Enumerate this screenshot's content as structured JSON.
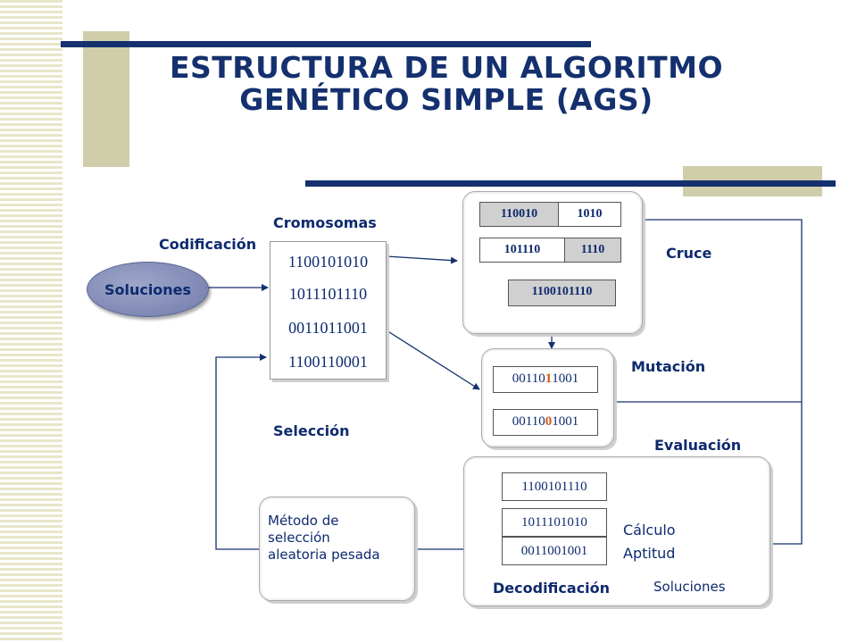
{
  "title": {
    "line1": "ESTRUCTURA DE UN ALGORITMO",
    "line2": "GENÉTICO SIMPLE (AGS)"
  },
  "labels": {
    "codificacion": "Codificación",
    "cromosomas": "Cromosomas",
    "cruce": "Cruce",
    "mutacion": "Mutación",
    "seleccion": "Selección",
    "evaluacion": "Evaluación",
    "decodificacion": "Decodificación",
    "calculo_line1": "Cálculo",
    "calculo_line2": "Aptitud",
    "soluciones_out": "Soluciones"
  },
  "soluciones_node": "Soluciones",
  "chromosomes": [
    "1100101010",
    "1011101110",
    "0011011001",
    "1100110001"
  ],
  "crossover": {
    "parent1": {
      "head": "110010",
      "tail": "1010"
    },
    "parent2": {
      "head": "101110",
      "tail": "1110"
    },
    "child": "1100101110"
  },
  "mutation": {
    "before": {
      "prefix": "00110",
      "bit": "1",
      "suffix": "1001"
    },
    "after": {
      "prefix": "00110",
      "bit": "0",
      "suffix": "1001"
    }
  },
  "evaluation": [
    "1100101110",
    "1011101010",
    "0011001001"
  ],
  "selection_method": {
    "line1": "Método de",
    "line2": "selección",
    "line3": "aleatoria pesada"
  },
  "colors": {
    "navy": "#14306e",
    "khaki": "#cfcdaa",
    "mutation_highlight": "#d05a10"
  }
}
